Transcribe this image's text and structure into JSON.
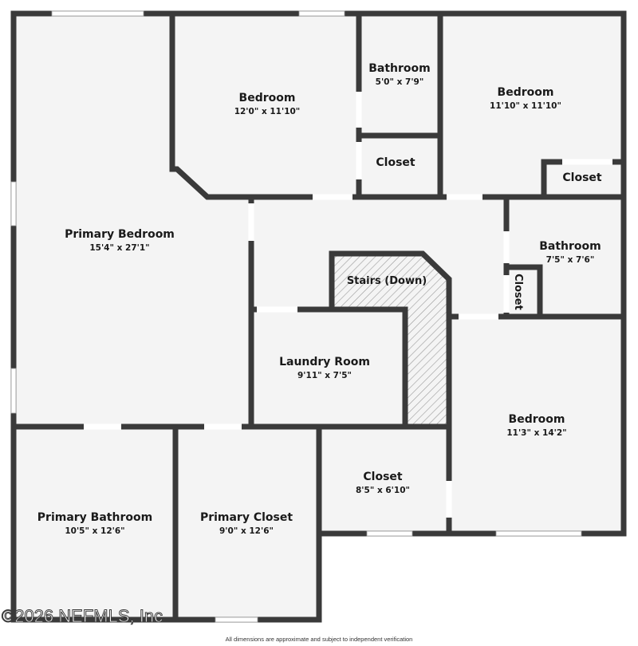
{
  "floorplan": {
    "rooms": [
      {
        "name": "Primary Bedroom",
        "dims": "15'4\" x 27'1\""
      },
      {
        "name": "Bedroom",
        "dims": "12'0\" x 11'10\""
      },
      {
        "name": "Bathroom",
        "dims": "5'0\" x 7'9\""
      },
      {
        "name": "Closet",
        "dims": ""
      },
      {
        "name": "Bedroom",
        "dims": "11'10\" x 11'10\""
      },
      {
        "name": "Closet",
        "dims": ""
      },
      {
        "name": "Bathroom",
        "dims": "7'5\" x 7'6\""
      },
      {
        "name": "Closet",
        "dims": ""
      },
      {
        "name": "Stairs (Down)",
        "dims": ""
      },
      {
        "name": "Laundry Room",
        "dims": "9'11\" x 7'5\""
      },
      {
        "name": "Bedroom",
        "dims": "11'3\" x 14'2\""
      },
      {
        "name": "Primary Bathroom",
        "dims": "10'5\" x 12'6\""
      },
      {
        "name": "Primary Closet",
        "dims": "9'0\" x 12'6\""
      },
      {
        "name": "Closet",
        "dims": "8'5\" x 6'10\""
      }
    ],
    "colors": {
      "wall": "#3a3a3a",
      "floor": "#f4f4f4",
      "hatch": "#9a9a9a"
    }
  },
  "watermark": "©2026 NEFMLS, Inc",
  "disclaimer": "All dimensions are approximate and subject to independent verification"
}
